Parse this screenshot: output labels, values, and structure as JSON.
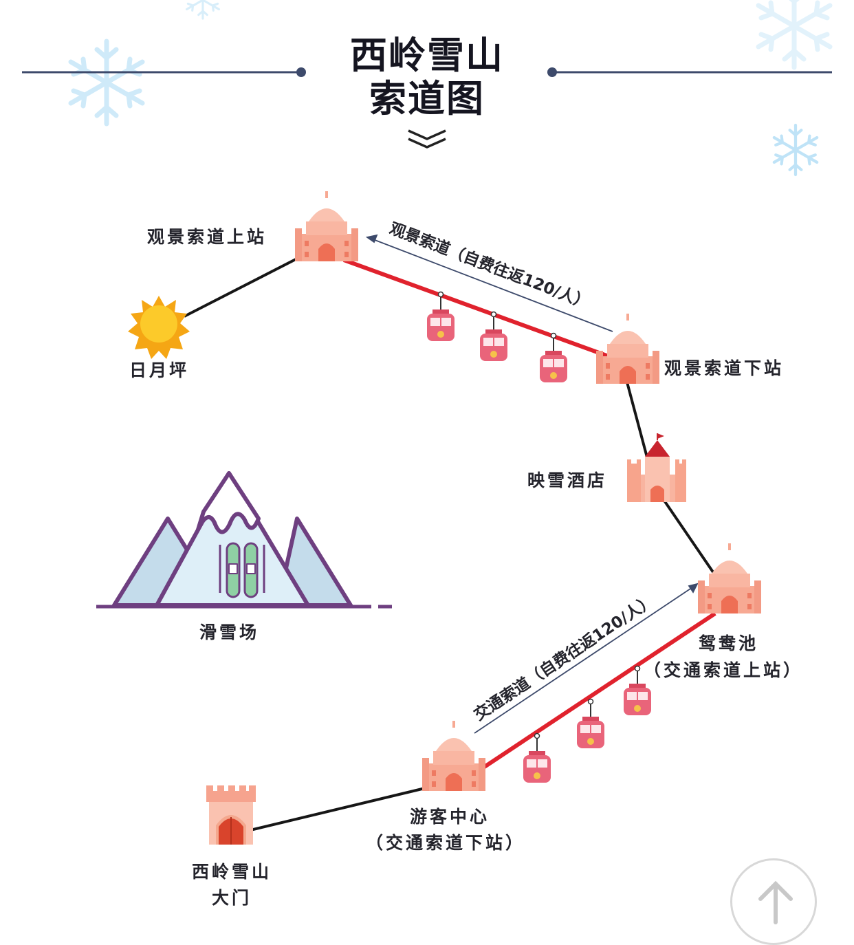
{
  "header": {
    "title_line1": "西岭雪山",
    "title_line2": "索道图"
  },
  "cableways": {
    "sightseeing": "观景索道（自费往返120/人）",
    "transport": "交通索道（自费往返120/人）"
  },
  "stations": {
    "sightseeing_upper": "观景索道上站",
    "sun_plateau": "日月坪",
    "sightseeing_lower": "观景索道下站",
    "hotel": "映雪酒店",
    "ski_resort": "滑雪场",
    "yuanyang_pool": "鸳鸯池",
    "yuanyang_pool_sub": "（交通索道上站）",
    "visitor_center": "游客中心",
    "visitor_center_sub": "（交通索道下站）",
    "gate_line1": "西岭雪山",
    "gate_line2": "大门"
  },
  "colors": {
    "cable_red": "#e0222d",
    "path_black": "#161616",
    "building_pink": "#f6a38e",
    "mountain_purple": "#6e3f80",
    "snowflake_blue": "#a9d8f2"
  },
  "icons": {
    "scroll_top": "arrow-up-icon",
    "expand": "double-chevron-down-icon"
  }
}
